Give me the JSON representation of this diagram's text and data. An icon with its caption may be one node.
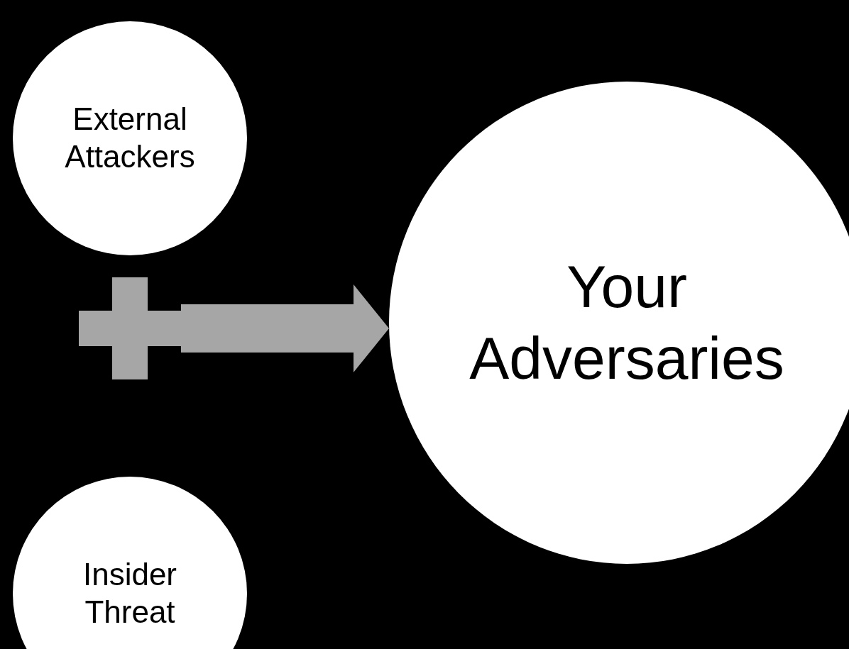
{
  "diagram": {
    "nodes": [
      {
        "text": [
          "External Attackers"
        ]
      },
      {
        "text": [],
        "shape": "plus"
      },
      {
        "text": [
          "Insider Threat"
        ]
      },
      {
        "text": [
          "Your Adversaries"
        ]
      }
    ],
    "edges": [
      {
        "from": 1,
        "to": 3,
        "arrow": "to",
        "style": "thick"
      }
    ]
  }
}
